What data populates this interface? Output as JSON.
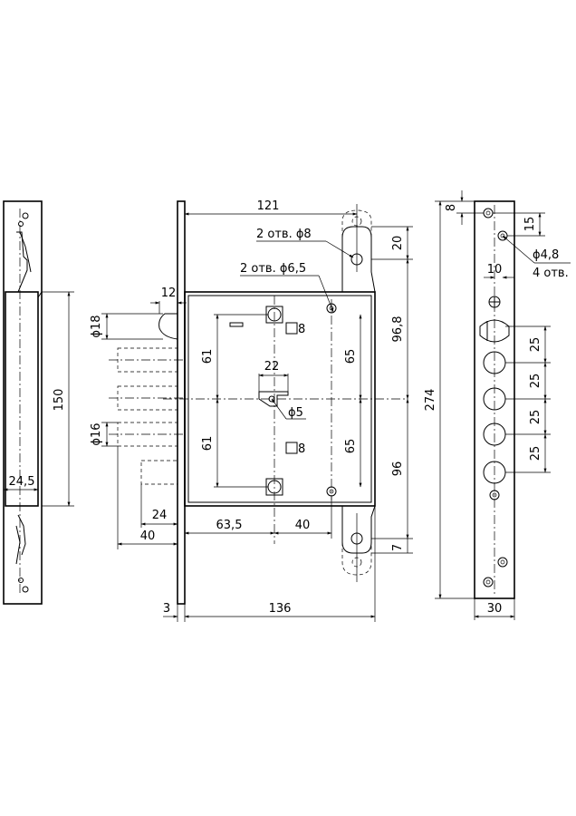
{
  "dimensions": {
    "d121": "121",
    "d136": "136",
    "d3": "3",
    "d12": "12",
    "d18": "ϕ18",
    "d16": "ϕ16",
    "d24": "24",
    "d40a": "40",
    "d63_5": "63,5",
    "d40b": "40",
    "d22": "22",
    "d5": "ϕ5",
    "d61a": "61",
    "d61b": "61",
    "d65a": "65",
    "d65b": "65",
    "d8a": "8",
    "d8b": "8",
    "d20": "20",
    "d96_8": "96,8",
    "d96": "96",
    "d7": "7",
    "d274": "274",
    "d150": "150",
    "d24_5": "24,5",
    "s8": "8",
    "s15": "15",
    "s10": "10",
    "s25a": "25",
    "s25b": "25",
    "s25c": "25",
    "s25d": "25",
    "s30": "30"
  },
  "notes": {
    "holes8": "2 отв. ϕ8",
    "holes6_5": "2 отв. ϕ6,5",
    "holes4_8a": "ϕ4,8",
    "holes4_8b": "4 отв."
  }
}
